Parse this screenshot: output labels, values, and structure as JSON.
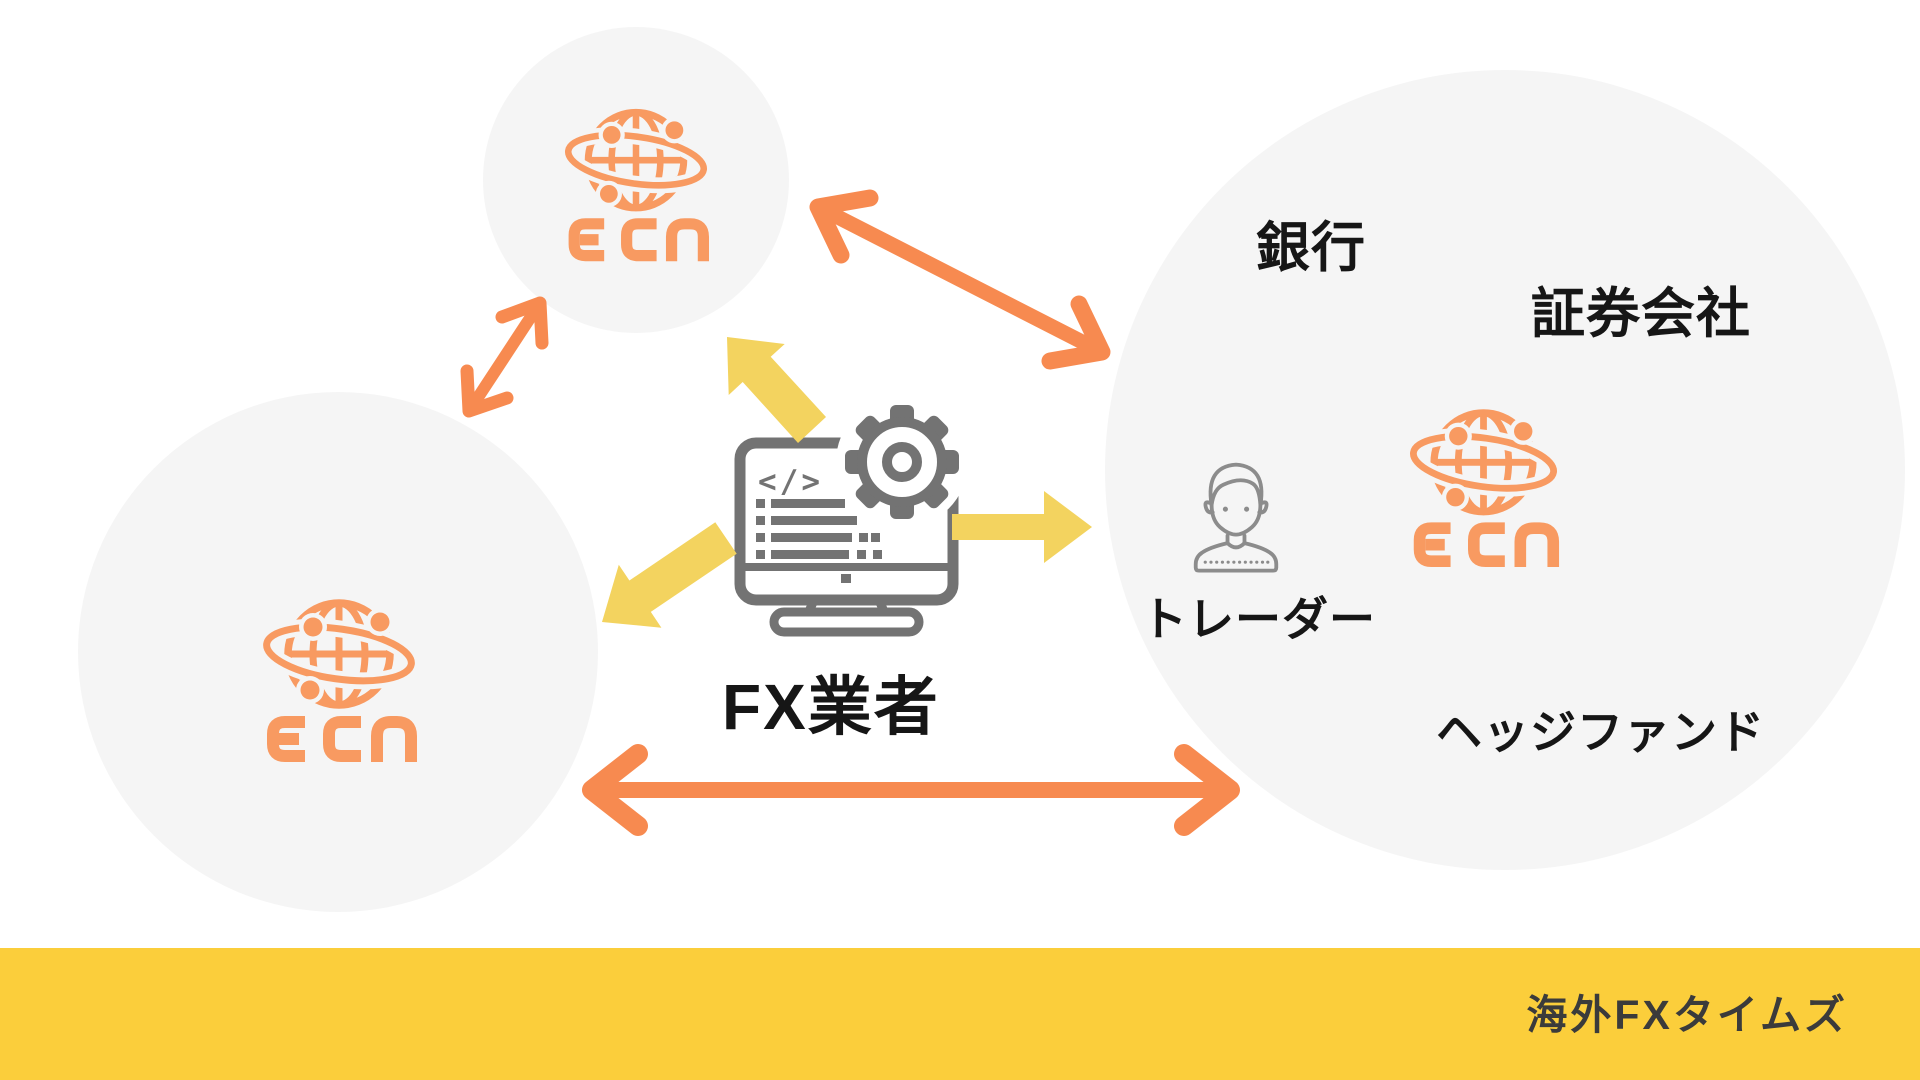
{
  "diagram": {
    "ecn_label": "ECN",
    "broker_label": "FX業者",
    "bank_label": "銀行",
    "securities_label": "証券会社",
    "trader_label": "トレーダー",
    "hedge_fund_label": "ヘッジファンド",
    "code_glyph": "</>"
  },
  "footer": {
    "brand_label": "海外FXタイムズ"
  },
  "colors": {
    "orange-logo": "#F89A61",
    "orange-arrow": "#F78A50",
    "yellow-arrow": "#F3D35F",
    "yellow-banner": "#FBCE3B",
    "circle-bg": "#F5F5F5",
    "text-dark": "#161616",
    "icon-gray": "#737373",
    "trader-gray": "#8C8C8C",
    "banner-text": "#3B3B3B"
  }
}
